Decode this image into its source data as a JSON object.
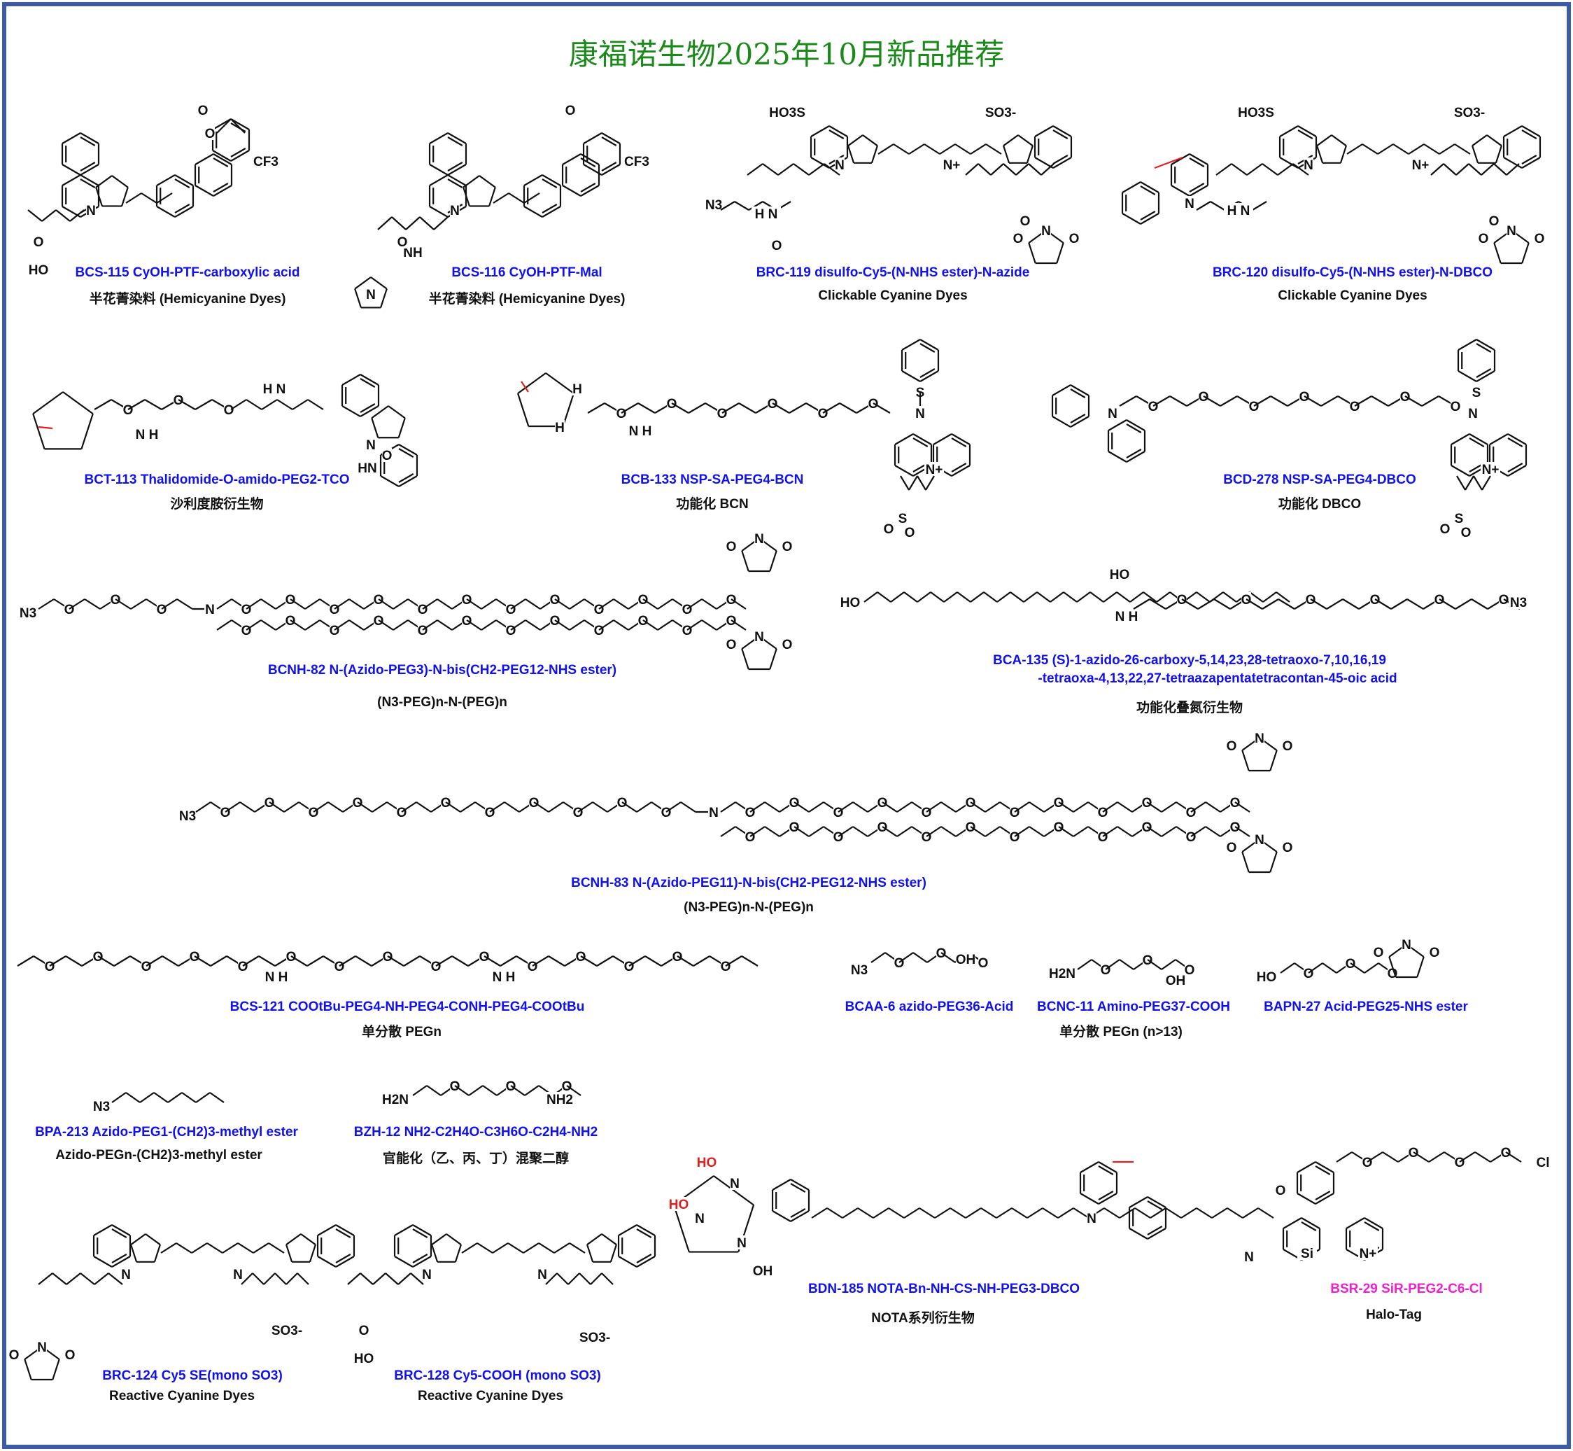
{
  "title": "康福诺生物2025年10月新品推荐",
  "products": [
    {
      "code": "BCS-115",
      "name": "CyOH-PTF-carboxylic acid",
      "category": "半花菁染料 (Hemicyanine Dyes)"
    },
    {
      "code": "BCS-116",
      "name": "CyOH-PTF-Mal",
      "category": "半花菁染料 (Hemicyanine Dyes)"
    },
    {
      "code": "BRC-119",
      "name": "disulfo-Cy5-(N-NHS ester)-N-azide",
      "category": "Clickable Cyanine Dyes"
    },
    {
      "code": "BRC-120",
      "name": "disulfo-Cy5-(N-NHS ester)-N-DBCO",
      "category": "Clickable Cyanine Dyes"
    },
    {
      "code": "BCT-113",
      "name": "Thalidomide-O-amido-PEG2-TCO",
      "category": "沙利度胺衍生物"
    },
    {
      "code": "BCB-133",
      "name": "NSP-SA-PEG4-BCN",
      "category": "功能化 BCN"
    },
    {
      "code": "BCD-278",
      "name": "NSP-SA-PEG4-DBCO",
      "category": "功能化 DBCO"
    },
    {
      "code": "BCNH-82",
      "name": "N-(Azido-PEG3)-N-bis(CH2-PEG12-NHS ester)",
      "category": "(N3-PEG)n-N-(PEG)n"
    },
    {
      "code": "BCA-135",
      "name": "(S)-1-azido-26-carboxy-5,14,23,28-tetraoxo-7,10,16,19",
      "name2": "-tetraoxa-4,13,22,27-tetraazapentatetracontan-45-oic acid",
      "category": "功能化叠氮衍生物"
    },
    {
      "code": "BCNH-83",
      "name": "N-(Azido-PEG11)-N-bis(CH2-PEG12-NHS ester)",
      "category": "(N3-PEG)n-N-(PEG)n"
    },
    {
      "code": "BCS-121",
      "name": "COOtBu-PEG4-NH-PEG4-CONH-PEG4-COOtBu",
      "category": "单分散 PEGn"
    },
    {
      "code": "BCAA-6",
      "name": "azido-PEG36-Acid"
    },
    {
      "code": "BCNC-11",
      "name": "Amino-PEG37-COOH",
      "category": "单分散 PEGn (n>13)"
    },
    {
      "code": "BAPN-27",
      "name": "Acid-PEG25-NHS ester"
    },
    {
      "code": "BPA-213",
      "name": "Azido-PEG1-(CH2)3-methyl ester",
      "category": "Azido-PEGn-(CH2)3-methyl ester"
    },
    {
      "code": "BZH-12",
      "name": "NH2-C2H4O-C3H6O-C2H4-NH2",
      "category": "官能化（乙、丙、丁）混聚二醇"
    },
    {
      "code": "BDN-185",
      "name": "NOTA-Bn-NH-CS-NH-PEG3-DBCO",
      "category": "NOTA系列衍生物"
    },
    {
      "code": "BSR-29",
      "name": "SiR-PEG2-C6-Cl",
      "category": "Halo-Tag"
    },
    {
      "code": "BRC-124",
      "name": "Cy5 SE(mono SO3)",
      "category": "Reactive Cyanine Dyes"
    },
    {
      "code": "BRC-128",
      "name": "Cy5-COOH (mono SO3)",
      "category": "Reactive Cyanine Dyes"
    }
  ],
  "colors": {
    "title": "#1a8a1a",
    "label": "#1010f0",
    "halo_label": "#f020d0",
    "frame": "#3b5ba8"
  }
}
